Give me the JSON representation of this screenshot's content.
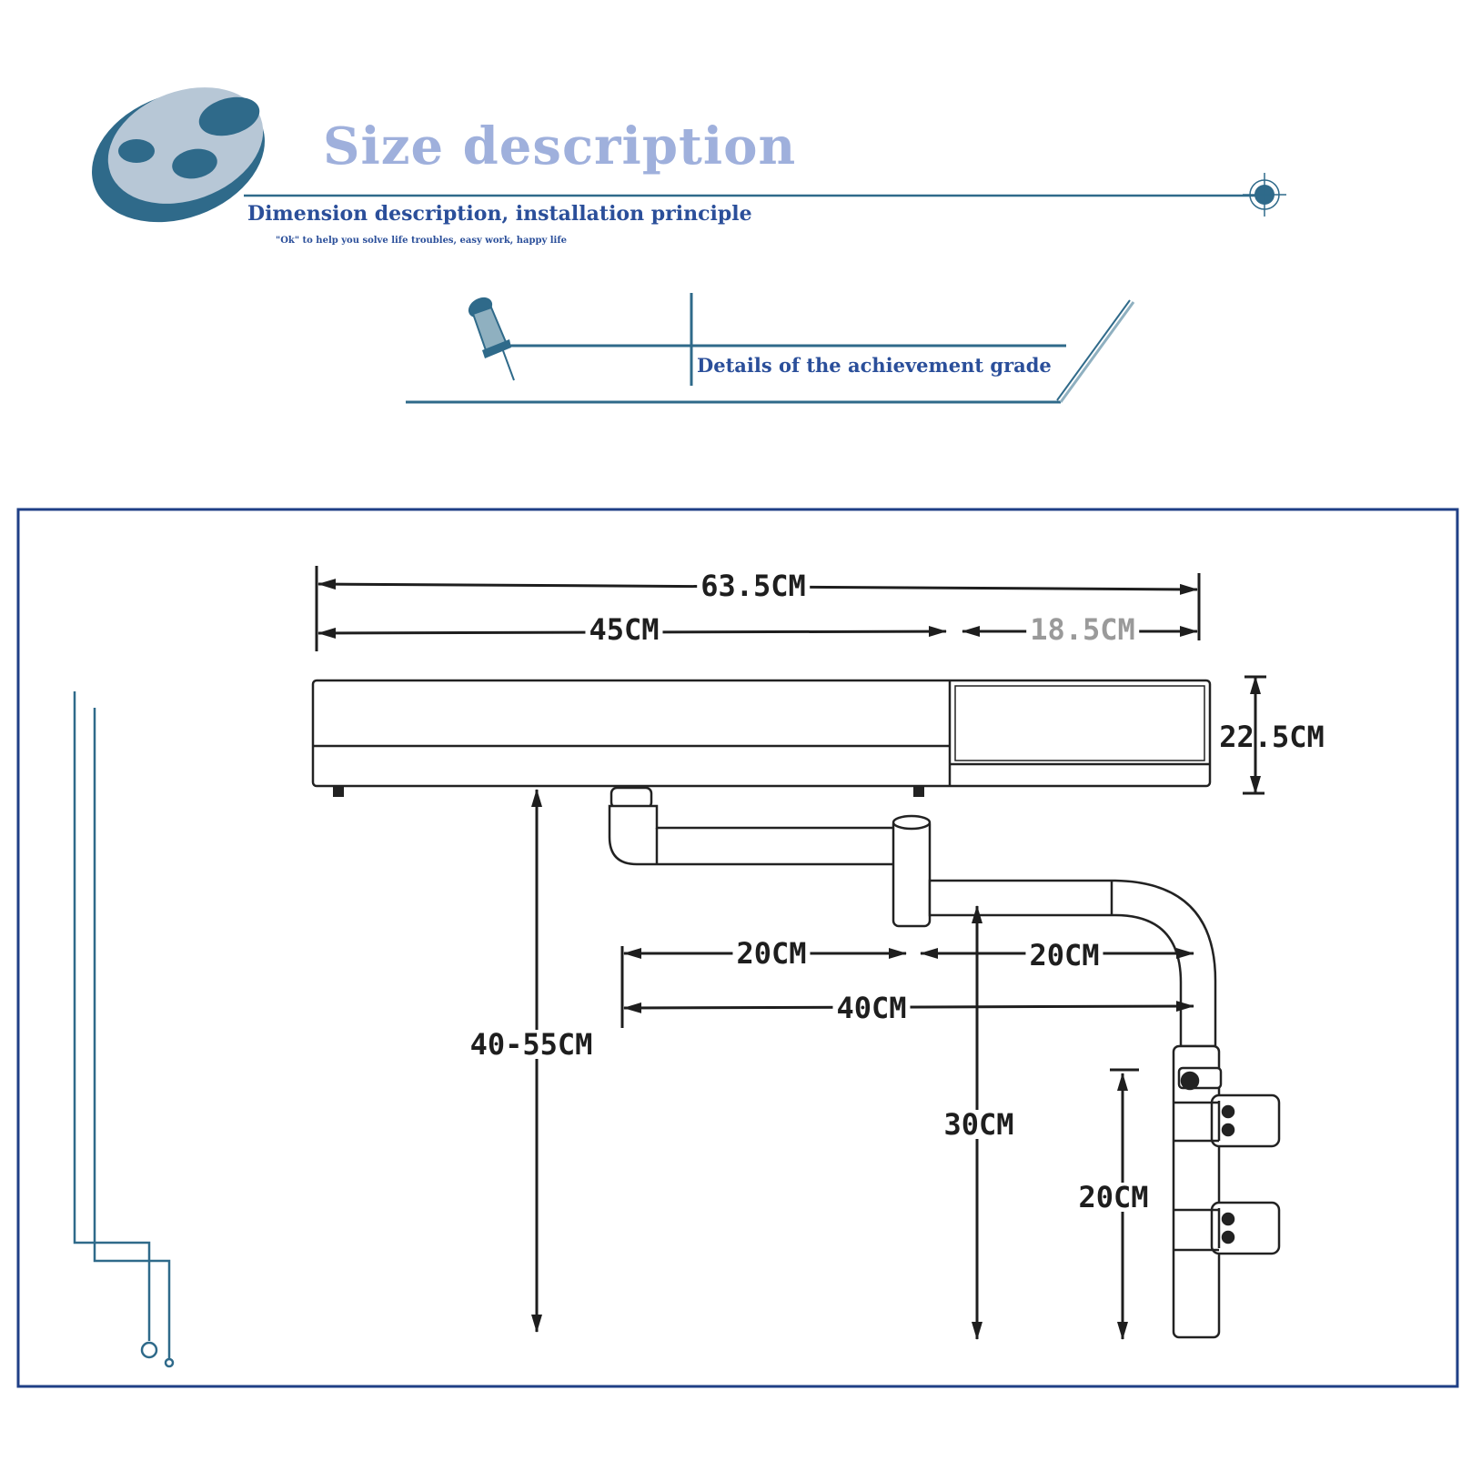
{
  "header": {
    "title": "Size description",
    "subtitle": "Dimension description, installation principle",
    "tagline": "\"Ok\" to help you solve life troubles, easy work, happy life",
    "section_label": "Details of the achievement grade"
  },
  "colors": {
    "accent_dark": "#2f6a8a",
    "accent_light": "#9fb0dc",
    "text_blue": "#2b4f9a",
    "frame": "#1f3f86",
    "drawing": "#222222"
  },
  "dimensions": {
    "overall_width": "63.5CM",
    "arm_section_width": "45CM",
    "end_section_width": "18.5CM",
    "tray_height": "22.5CM",
    "height_range": "40-55CM",
    "arm_segment_1": "20CM",
    "arm_segment_2": "20CM",
    "arm_total": "40CM",
    "post_height": "30CM",
    "clamp_spacing": "20CM"
  },
  "icons": {
    "logo": "blue-disc-logo-icon",
    "target": "crosshair-target-icon",
    "pin": "push-pin-icon",
    "circuit": "circuit-trace-icon"
  }
}
